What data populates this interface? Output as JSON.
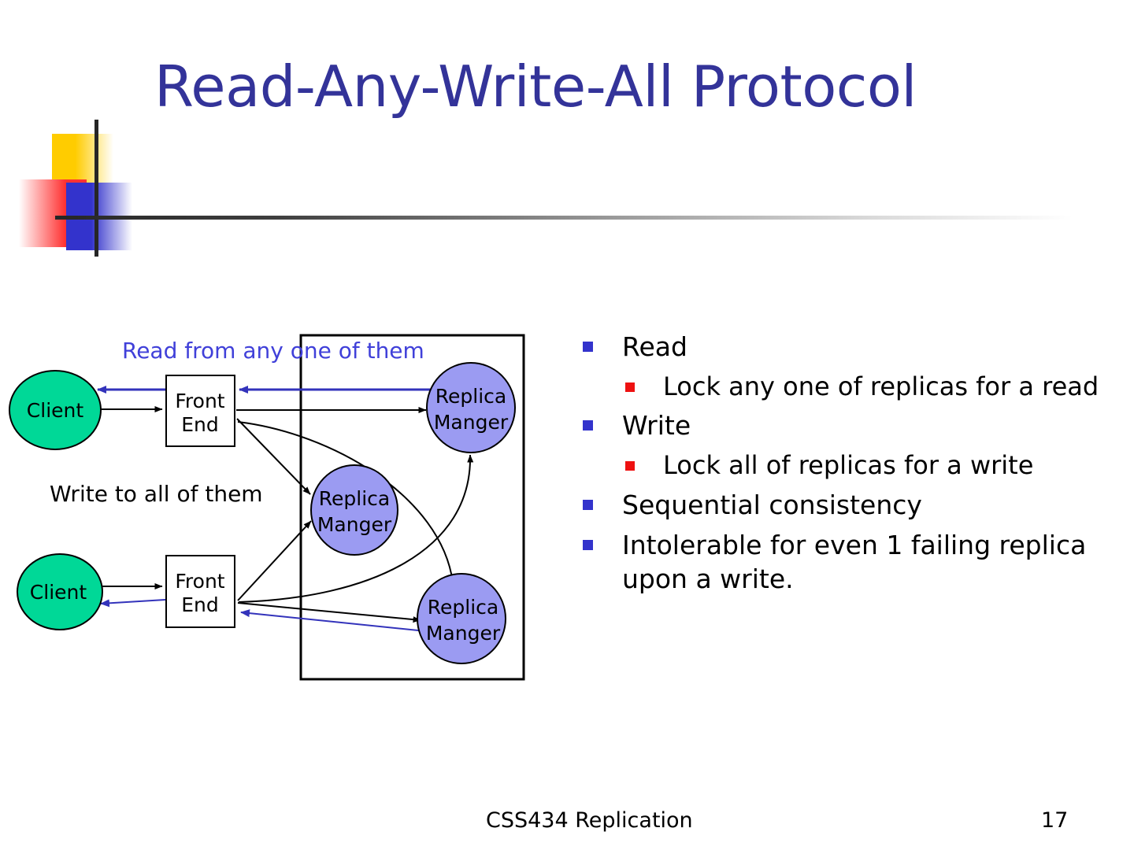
{
  "slide": {
    "title": "Read-Any-Write-All Protocol",
    "title_color": "#333399"
  },
  "logo": {
    "yellow": "#FFCC00",
    "red": "#FF3333",
    "blue": "#3333CC",
    "rule": "#262626"
  },
  "diagram": {
    "caption_read": "Read from any one of them",
    "caption_read_color": "#4040D9",
    "caption_write": "Write to all of them",
    "caption_write_color": "#000000",
    "client_fill": "#00D897",
    "replica_fill": "#9B9BF2",
    "frontend_fill": "#FFFFFF",
    "read_arrow_color": "#3333BB",
    "write_arrow_color": "#000000",
    "nodes": {
      "client_top": "Client",
      "client_bottom": "Client",
      "frontend_top_line1": "Front",
      "frontend_top_line2": "End",
      "frontend_bottom_line1": "Front",
      "frontend_bottom_line2": "End",
      "replica1_line1": "Replica",
      "replica1_line2": "Manger",
      "replica2_line1": "Replica",
      "replica2_line2": "Manger",
      "replica3_line1": "Replica",
      "replica3_line2": "Manger"
    }
  },
  "bullets": [
    {
      "level": 1,
      "text": "Read",
      "marker_color": "#3333CC"
    },
    {
      "level": 2,
      "text": "Lock any one of replicas for a read",
      "marker_color": "#EE1111"
    },
    {
      "level": 1,
      "text": "Write",
      "marker_color": "#3333CC"
    },
    {
      "level": 2,
      "text": "Lock all of replicas for a write",
      "marker_color": "#EE1111"
    },
    {
      "level": 1,
      "text": "Sequential consistency",
      "marker_color": "#3333CC"
    },
    {
      "level": 1,
      "text": "Intolerable for even 1 failing replica upon a write.",
      "marker_color": "#3333CC"
    }
  ],
  "footer": {
    "course": "CSS434 Replication",
    "page_number": "17"
  }
}
